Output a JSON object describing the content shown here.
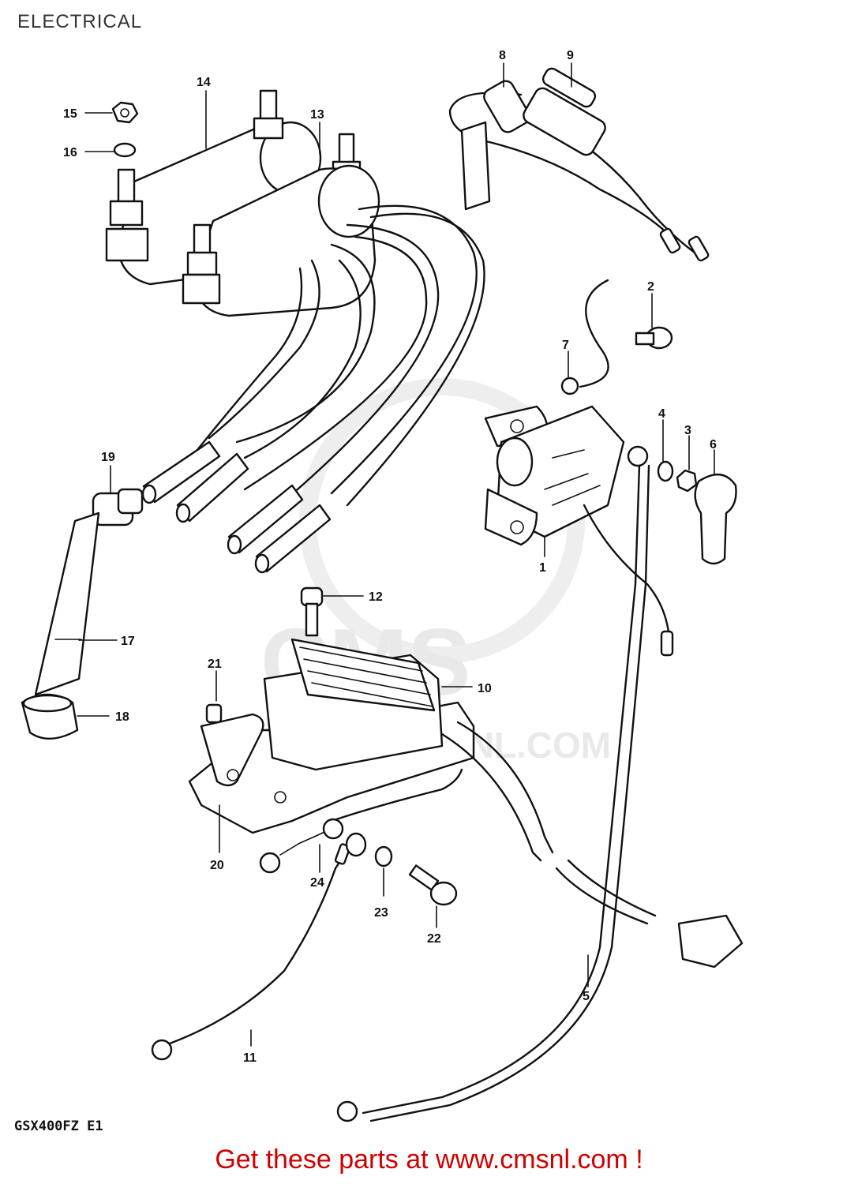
{
  "title": "ELECTRICAL",
  "model_code": "GSX400FZ E1",
  "watermark": {
    "brand": "CMS",
    "url": "WWW.CMSNL.COM"
  },
  "footer": "Get these parts at www.cmsnl.com !",
  "callouts": [
    "1",
    "2",
    "3",
    "4",
    "5",
    "6",
    "7",
    "8",
    "9",
    "10",
    "11",
    "12",
    "13",
    "14",
    "15",
    "16",
    "17",
    "18",
    "19",
    "20",
    "21",
    "22",
    "23",
    "24"
  ],
  "colors": {
    "ink": "#111111",
    "footer": "#d00000",
    "watermark": "#e9e9e9"
  }
}
